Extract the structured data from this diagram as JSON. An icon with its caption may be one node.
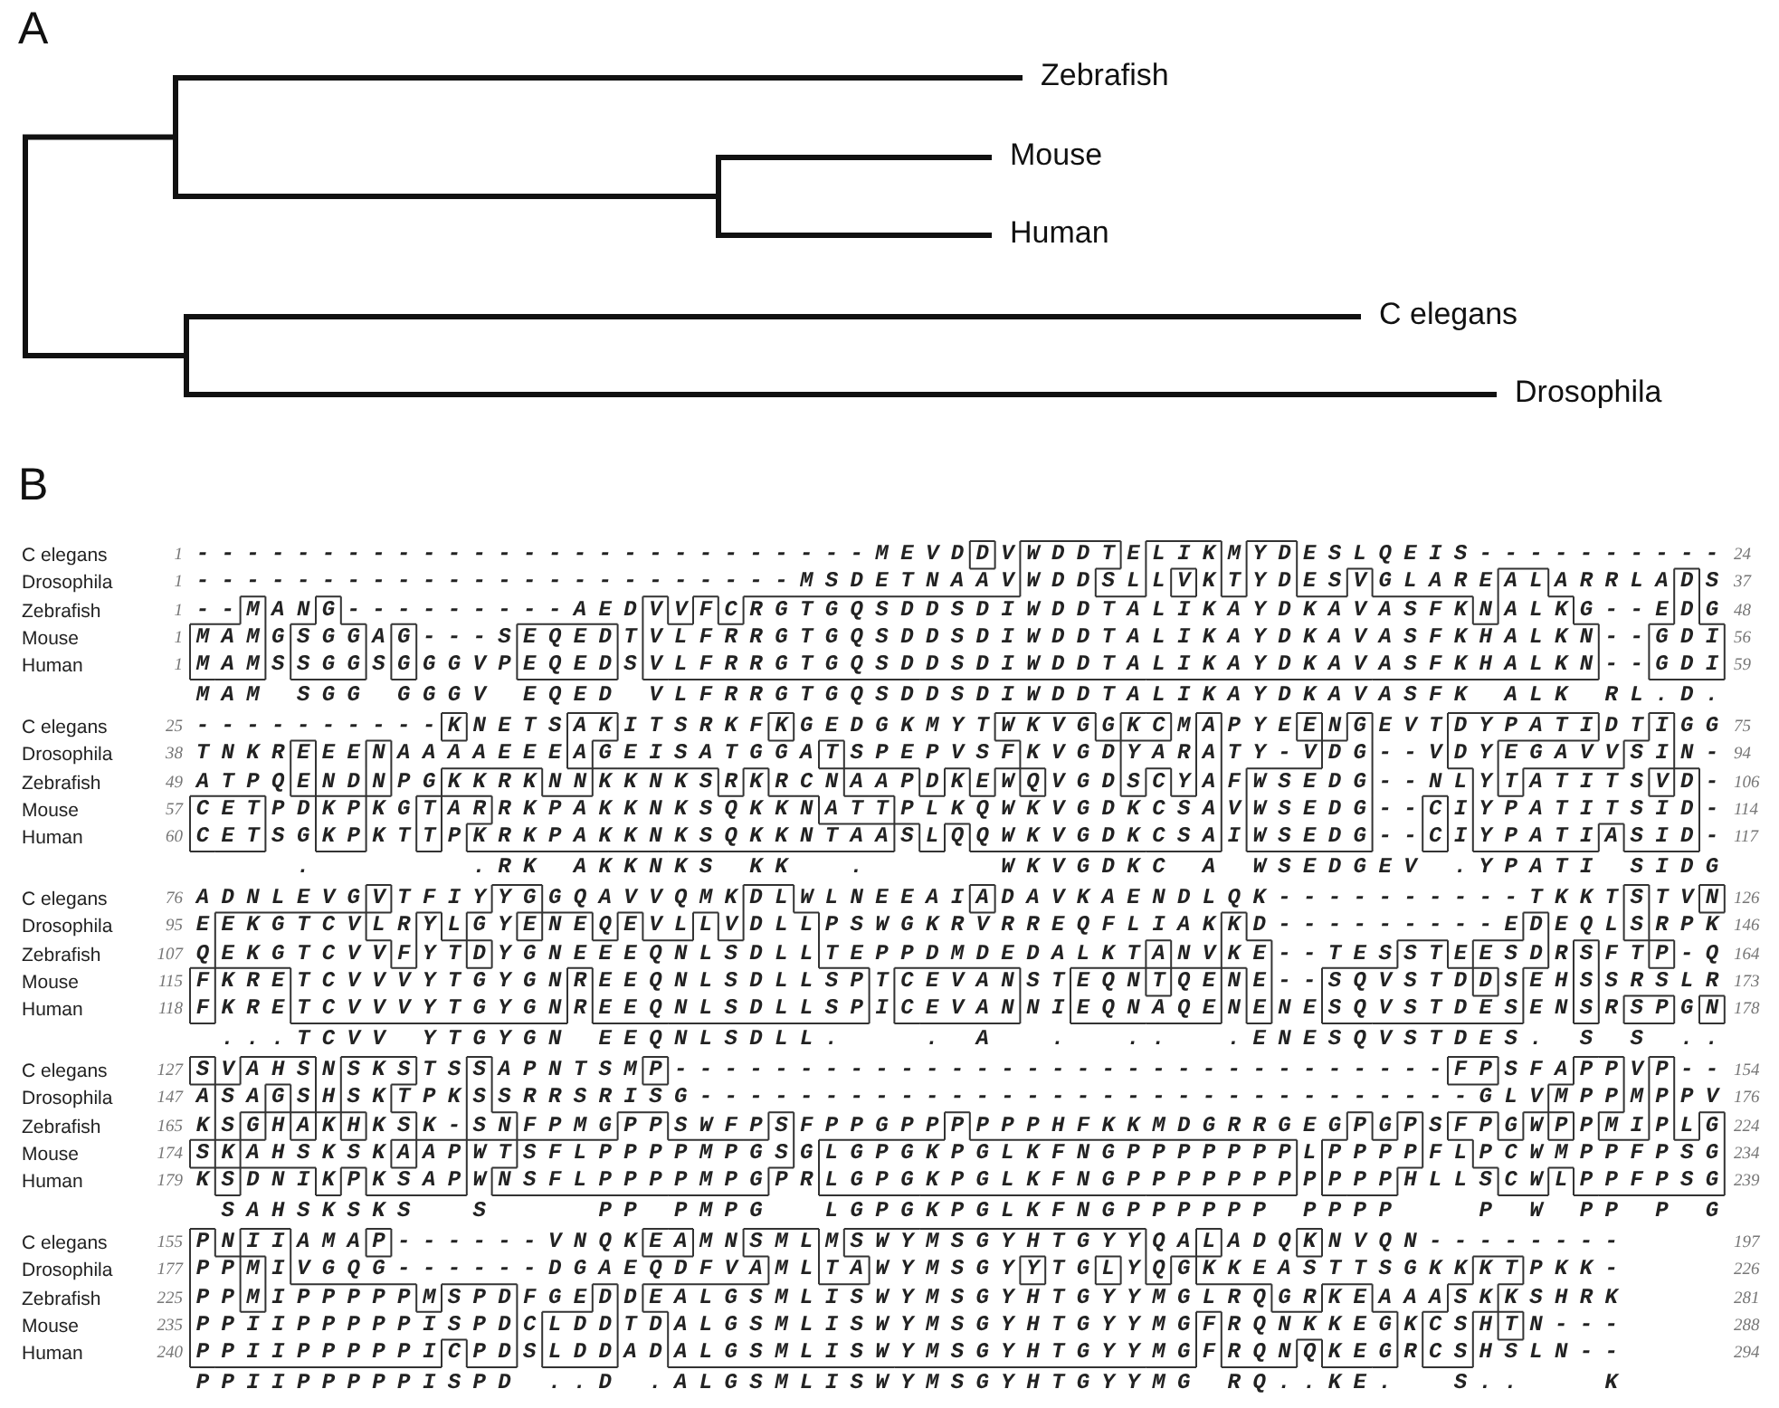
{
  "diagram": {
    "labels": [
      "A",
      "Zebrafish",
      "Mouse",
      "Human",
      "C elegans",
      "Drosophila",
      "B",
      "C elegans",
      "1",
      "---------------------------MEVDDVWDDTELIKMYDESLQEIS----------",
      "24",
      "Drosophila",
      "1",
      "------------------------MSDETNAAVWDDSLLVKTYDESVGLAREALARRLADS",
      "37",
      "Zebrafish",
      "1",
      "--MANG---------AEDVVFCRGTGQSDDSDIWDDTALIKAYDKAVASFKNALKG--EDG",
      "48",
      "Mouse",
      "1",
      "MAMGSGGAG---SEQEDTVLFRRGTGQSDDSDIWDDTALIKAYDKAVASFKHALKN--GDI",
      "56",
      "Human",
      "1",
      "MAMSSGGSGGGVPEQEDSVLFRRGTGQSDDSDIWDDTALIKAYDKAVASFKHALKN--GDI",
      "59",
      "MAM SGG GGGV EQED VLFRRGTGQSDDSDIWDDTALIKAYDKAVASFK ALK RL.D.",
      "C elegans",
      "25",
      "----------KNETSAKITSRKFKGEDGKMYTWKVGGKCMAPYEENGEVTDYPATIDTIGG",
      "75",
      "Drosophila",
      "38",
      "TNKREEENAAAAEEEAGEISATGGATSPEPVSFKVGDYARATY-VDG--VDYEGAVVSIN-",
      "94",
      "Zebrafish",
      "49",
      "ATPQENDNPGKKRKNNKKNKSRKRCNAAPDKEWQVGDSCYAFWSEDG--NLYTATITSVD-",
      "106",
      "Mouse",
      "57",
      "CETPDKPKGTARRKPAKKNKSQKKNATTPLKQWKVGDKCSAVWSEDG--CIYPATITSID-",
      "114",
      "Human",
      "60",
      "CETSGKPKTTPKRKPAKKNKSQKKNTAASLQQWKVGDKCSAIWSEDG--CIYPATIASID-",
      "117",
      "    .      .RK AKKNKS KK  .     WKVGDKC A WSEDGEV .YPATI SIDG",
      "C elegans",
      "76",
      "ADNLEVGVTFIYYGGQAVVQMKDLWLNEEAIADAVKAENDLQK----------TKKTSTVN",
      "126",
      "Drosophila",
      "95",
      "EEKGTCVLRYLGYENEQEVLLVDLLPSWGKRVRREQFLIAKKD---------EDEQLSRPK",
      "146",
      "Zebrafish",
      "107",
      "QEKGTCVVFYTDYGNEEEQNLSDLLTEPPDMDEDALKTANVKE--TESSTEESDRSFTP-Q",
      "164",
      "Mouse",
      "115",
      "FKRETCVVVYTGYGNREEQNLSDLLSPTCEVANSTEQNTQENE--SQVSTDDSEHSSRSLR",
      "173",
      "Human",
      "118",
      "FKRETCVVVYTGYGNREEQNLSDLLSPICEVANNIEQNAQENENESQVSTDESENSRSPGN",
      "178",
      " ...TCVV YTGYGN EEQNLSDLL.   . A  .  ..  .ENESQVSTDES. S S ..",
      "C elegans",
      "127",
      "SVAHSNSKSTSSAPNTSMP-------------------------------FPSFAPPVP--",
      "154",
      "Drosophila",
      "147",
      "ASAGSHSKTPKSSRRSRISG-------------------------------GLVMPPMPPV",
      "176",
      "Zebrafish",
      "165",
      "KSGHAKHKSK-SNFPMGPPSWFPSFPPGPPPPPPHFKKMDGRRGEGPGPSFPGWPPMIPLG",
      "224",
      "Mouse",
      "174",
      "SKAHSKSKAAPWTSFLPPPPMPGSGLGPGKPGLKFNGPPPPPPPLPPPPFLPCWMPPFPSG",
      "234",
      "Human",
      "179",
      "KSDNIKPKSAPWNSFLPPPPMPGPRLGPGKPGLKFNGPPPPPPPPPPPHLLSCWLPPFPSG",
      "239",
      " SAHSKSKS  S    PP PMPG  LGPGKPGLKFNGPPPPPP PPPP   P W PP P G",
      "C elegans",
      "155",
      "PNIIAMAP------VNQKEAMNSMLMSWYMSGYHTGYYQALADQKNVQN--------",
      "197",
      "Drosophila",
      "177",
      "PPMIVGQG------DGAEQDFVAMLTAWYMSGYYTGLYQGKKEASTTSGKKKTPKK-",
      "226",
      "Zebrafish",
      "225",
      "PPMIPPPPPMSPDFGEDDEALGSMLISWYMSGYHTGYYMGLRQGRKEAAASKKSHRK",
      "281",
      "Mouse",
      "235",
      "PPIIPPPPPISPDCLDDTDALGSMLISWYMSGYHTGYYMGFRQNKKEGKCSHTN---",
      "288",
      "Human",
      "240",
      "PPIIPPPPPICPDSLDDADALGSMLISWYMSGYHTGYYMGFRQNQKEGRCSHSLN--",
      "294",
      "PPIIPPPPPISPD ..D .ALGSMLISWYMSGYHTGYYMG RQ..KE.  S..   K"
    ]
  }
}
